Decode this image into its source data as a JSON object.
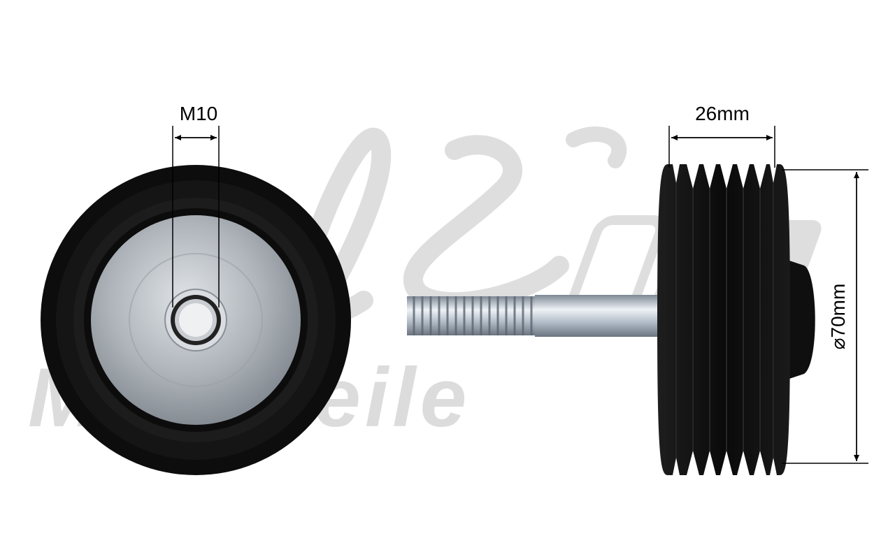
{
  "dimensions": {
    "thread": "M10",
    "width": "26mm",
    "diameter": "⌀70mm"
  },
  "watermark": {
    "brand": "AL Motorteile"
  },
  "colors": {
    "rubber": "#0d0d0d",
    "rubber_highlight": "#2a2a2a",
    "metal": "#b7bcc2",
    "metal_dark": "#8c9299",
    "bolt": "#a9b3bf",
    "watermark": "#dcdcdc",
    "dimension_line": "#000000"
  }
}
